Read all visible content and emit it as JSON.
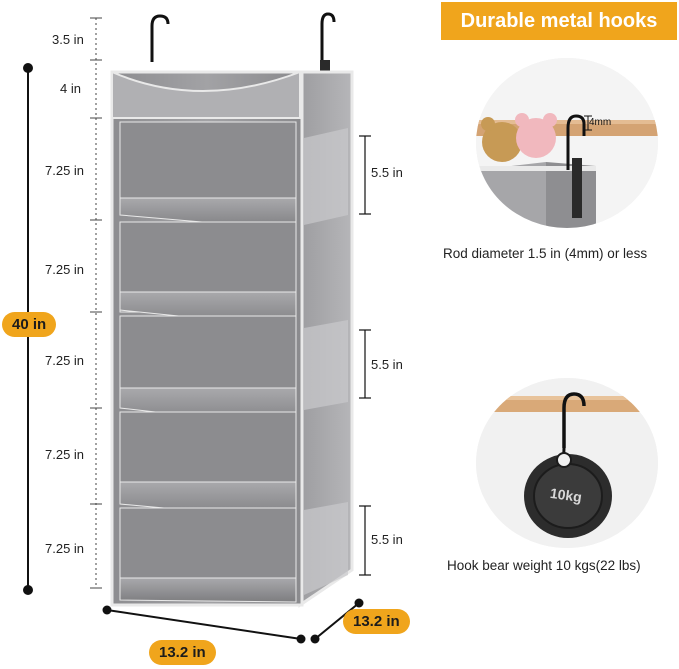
{
  "banner": {
    "text": "Durable metal hooks"
  },
  "height_labels": {
    "top_hook": "3.5 in",
    "top_pocket": "4 in",
    "shelf1": "7.25 in",
    "shelf2": "7.25 in",
    "shelf3": "7.25 in",
    "shelf4": "7.25 in",
    "shelf5": "7.25 in"
  },
  "total_height": "40 in",
  "side_pocket_labels": [
    "5.5 in",
    "5.5 in",
    "5.5 in"
  ],
  "width_label": "13.2 in",
  "depth_label": "13.2 in",
  "rod_detail": {
    "gap_label": "4mm",
    "caption": "Rod diameter 1.5 in (4mm) or less"
  },
  "weight_detail": {
    "weight_label": "10kg",
    "caption": "Hook bear weight 10 kgs(22 lbs)"
  },
  "colors": {
    "accent": "#f0a51c",
    "fabric": "#9a9a9c",
    "trim": "#e9e9e9",
    "rod": "#d4a373"
  }
}
